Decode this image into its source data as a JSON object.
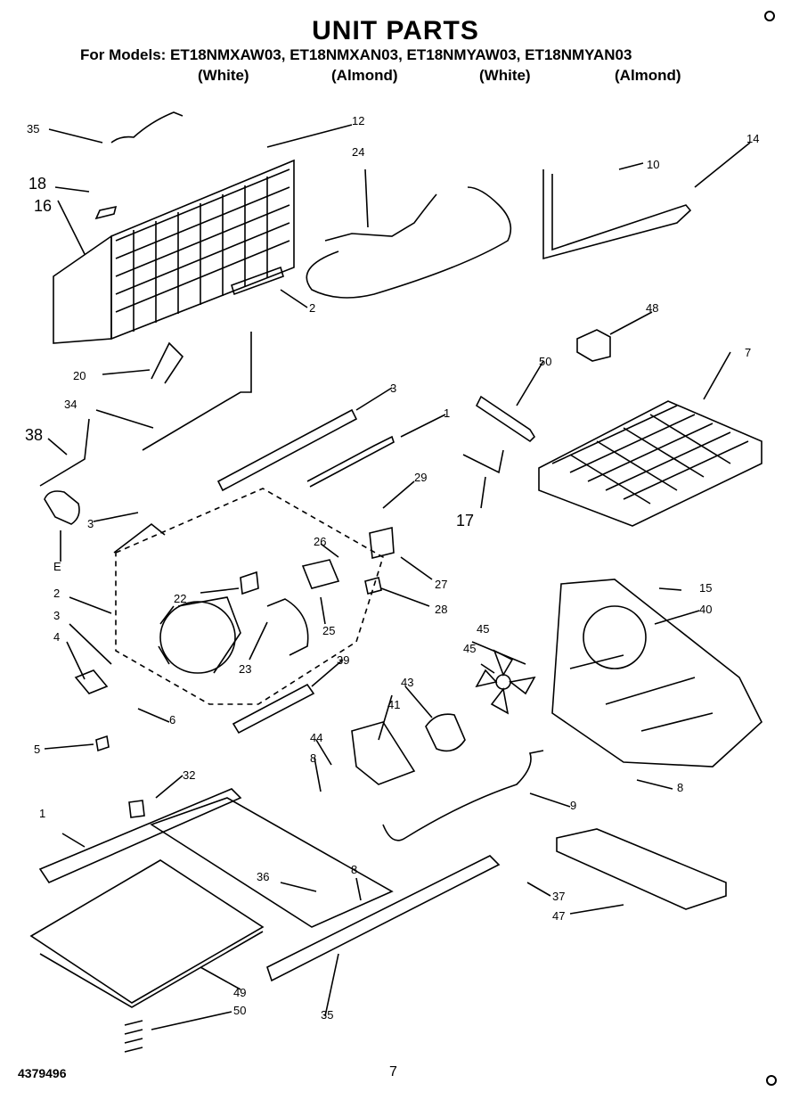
{
  "header": {
    "title": "UNIT PARTS",
    "models_line": "For Models: ET18NMXAW03, ET18NMXAN03, ET18NMYAW03, ET18NMYAN03",
    "colors": [
      "(White)",
      "(Almond)",
      "(White)",
      "(Almond)"
    ]
  },
  "callouts": {
    "c35": "35",
    "c12": "12",
    "c18": "18",
    "c16": "16",
    "c24": "24",
    "c2a": "2",
    "c10": "10",
    "c14": "14",
    "c48": "48",
    "c20": "20",
    "c34": "34",
    "c3a": "3",
    "c1a": "1",
    "c50a": "50",
    "c7": "7",
    "c38": "38",
    "c29": "29",
    "c17": "17",
    "cE": "E",
    "c3b": "3",
    "c26": "26",
    "c22": "22",
    "c27": "27",
    "c28": "28",
    "c15": "15",
    "c40": "40",
    "c2b": "2",
    "c3c": "3",
    "c4": "4",
    "c25": "25",
    "c23": "23",
    "c39": "39",
    "c45a": "45",
    "c45b": "45",
    "c43": "43",
    "c41": "41",
    "c6": "6",
    "c5": "5",
    "c44": "44",
    "c8a": "8",
    "c8b": "8",
    "c32": "32",
    "c9": "9",
    "c1b": "1",
    "c36": "36",
    "c8c": "8",
    "c37": "37",
    "c47": "47",
    "c49": "49",
    "c50b": "50",
    "c35b": "35"
  },
  "footer": {
    "part_number": "4379496",
    "page_number": "7"
  }
}
